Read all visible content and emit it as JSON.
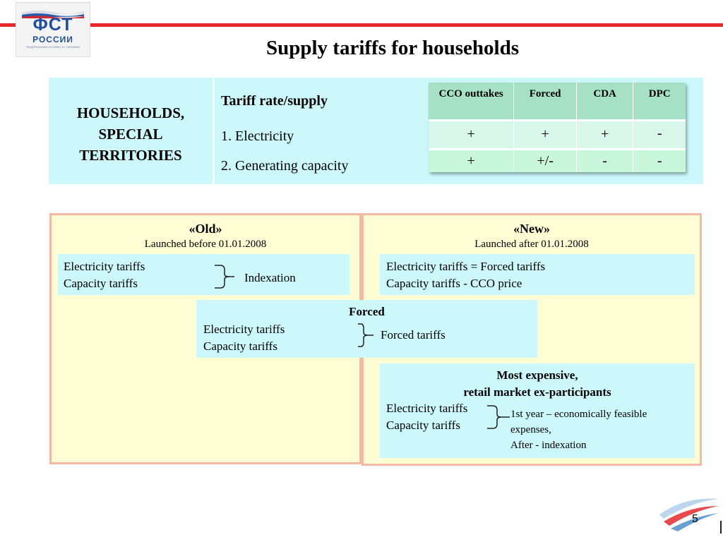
{
  "header": {
    "logo_line1": "ФСТ",
    "logo_line2": "РОССИИ",
    "logo_small": "ФЕДЕРАЛЬНАЯ СЛУЖБА ПО ТАРИФАМ",
    "title": "Supply tariffs for households"
  },
  "top_panel": {
    "left_label_lines": [
      "HOUSEHOLDS,",
      "SPECIAL",
      "TERRITORIES"
    ],
    "rate_title": "Tariff rate/supply",
    "items": [
      "1. Electricity",
      "2. Generating capacity"
    ]
  },
  "matrix": {
    "headers": [
      "CCO outtakes",
      "Forced",
      "CDA",
      "DPC"
    ],
    "rows": [
      [
        "+",
        "+",
        "+",
        "-"
      ],
      [
        "+",
        "+/-",
        "-",
        "-"
      ]
    ]
  },
  "old_panel": {
    "title": "«Old»",
    "subtitle": "Launched before 01.01.2008",
    "box": {
      "lines": [
        "Electricity tariffs",
        "Capacity tariffs"
      ],
      "result": "Indexation"
    }
  },
  "forced_box": {
    "title": "Forced",
    "lines": [
      "Electricity tariffs",
      "Capacity tariffs"
    ],
    "result": "Forced tariffs"
  },
  "new_panel": {
    "title": "«New»",
    "subtitle": "Launched after 01.01.2008",
    "box": {
      "lines": [
        "Electricity tariffs = Forced tariffs",
        "Capacity tariffs  - CCO price"
      ]
    }
  },
  "expensive_box": {
    "title_lines": [
      "Most expensive,",
      "retail market ex-participants"
    ],
    "lines": [
      "Electricity tariffs",
      "Capacity tariffs"
    ],
    "result_lines": [
      "1st year – economically feasible",
      "expenses,",
      "After - indexation"
    ]
  },
  "footer": {
    "page_number": "5"
  }
}
